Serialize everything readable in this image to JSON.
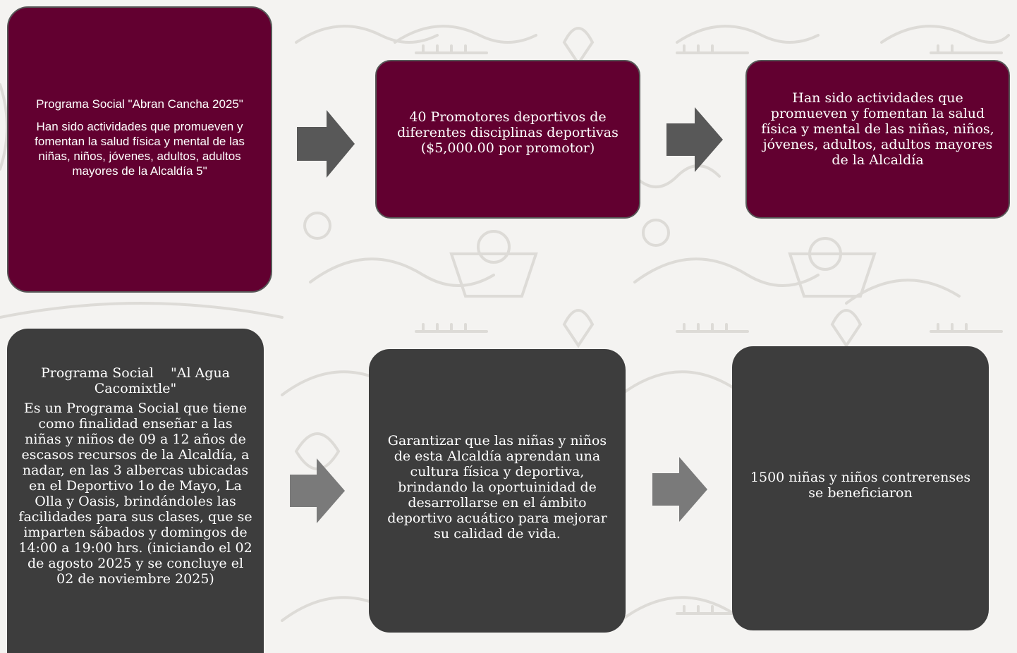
{
  "row1": {
    "box1": {
      "title": "Programa Social \"Abran Cancha 2025\"",
      "body": "Han sido actividades que promueven y fomentan la salud física y mental de las niñas, niños, jóvenes, adultos, adultos mayores de la Alcaldía 5\""
    },
    "box2": {
      "text": "40 Promotores deportivos de diferentes disciplinas deportivas ($5,000.00 por promotor)"
    },
    "box3": {
      "text": "Han sido actividades que promueven y  fomentan la salud física y mental de las niñas, niños, jóvenes, adultos, adultos mayores de la Alcaldía"
    }
  },
  "row2": {
    "box1": {
      "title": "Programa Social    \"Al Agua Cacomixtle\"",
      "body": "Es un Programa Social que tiene como finalidad enseñar a las niñas y niños de 09 a 12 años de escasos recursos de la Alcaldía, a nadar, en las 3 albercas ubicadas en el Deportivo 1o de Mayo, La Olla y Oasis, brindándoles las facilidades para sus clases, que se imparten sábados y domingos de 14:00 a 19:00 hrs. (iniciando el 02 de agosto 2025 y se concluye el 02 de noviembre 2025)"
    },
    "box2": {
      "text": "Garantizar que las niñas y niños de esta Alcaldía aprendan una cultura física y deportiva, brindando la oportuinidad de desarrollarse en el ámbito deportivo acuático para mejorar su calidad de vida."
    },
    "box3": {
      "text": "1500 niñas y niños contrerenses se beneficiaron"
    }
  },
  "colors": {
    "maroon": "#620030",
    "dark_gray": "#3d3d3d",
    "arrow_row1": "#585858",
    "arrow_row2": "#7a7a7a",
    "background": "#f4f3f1",
    "pattern": "#dcdad6"
  }
}
